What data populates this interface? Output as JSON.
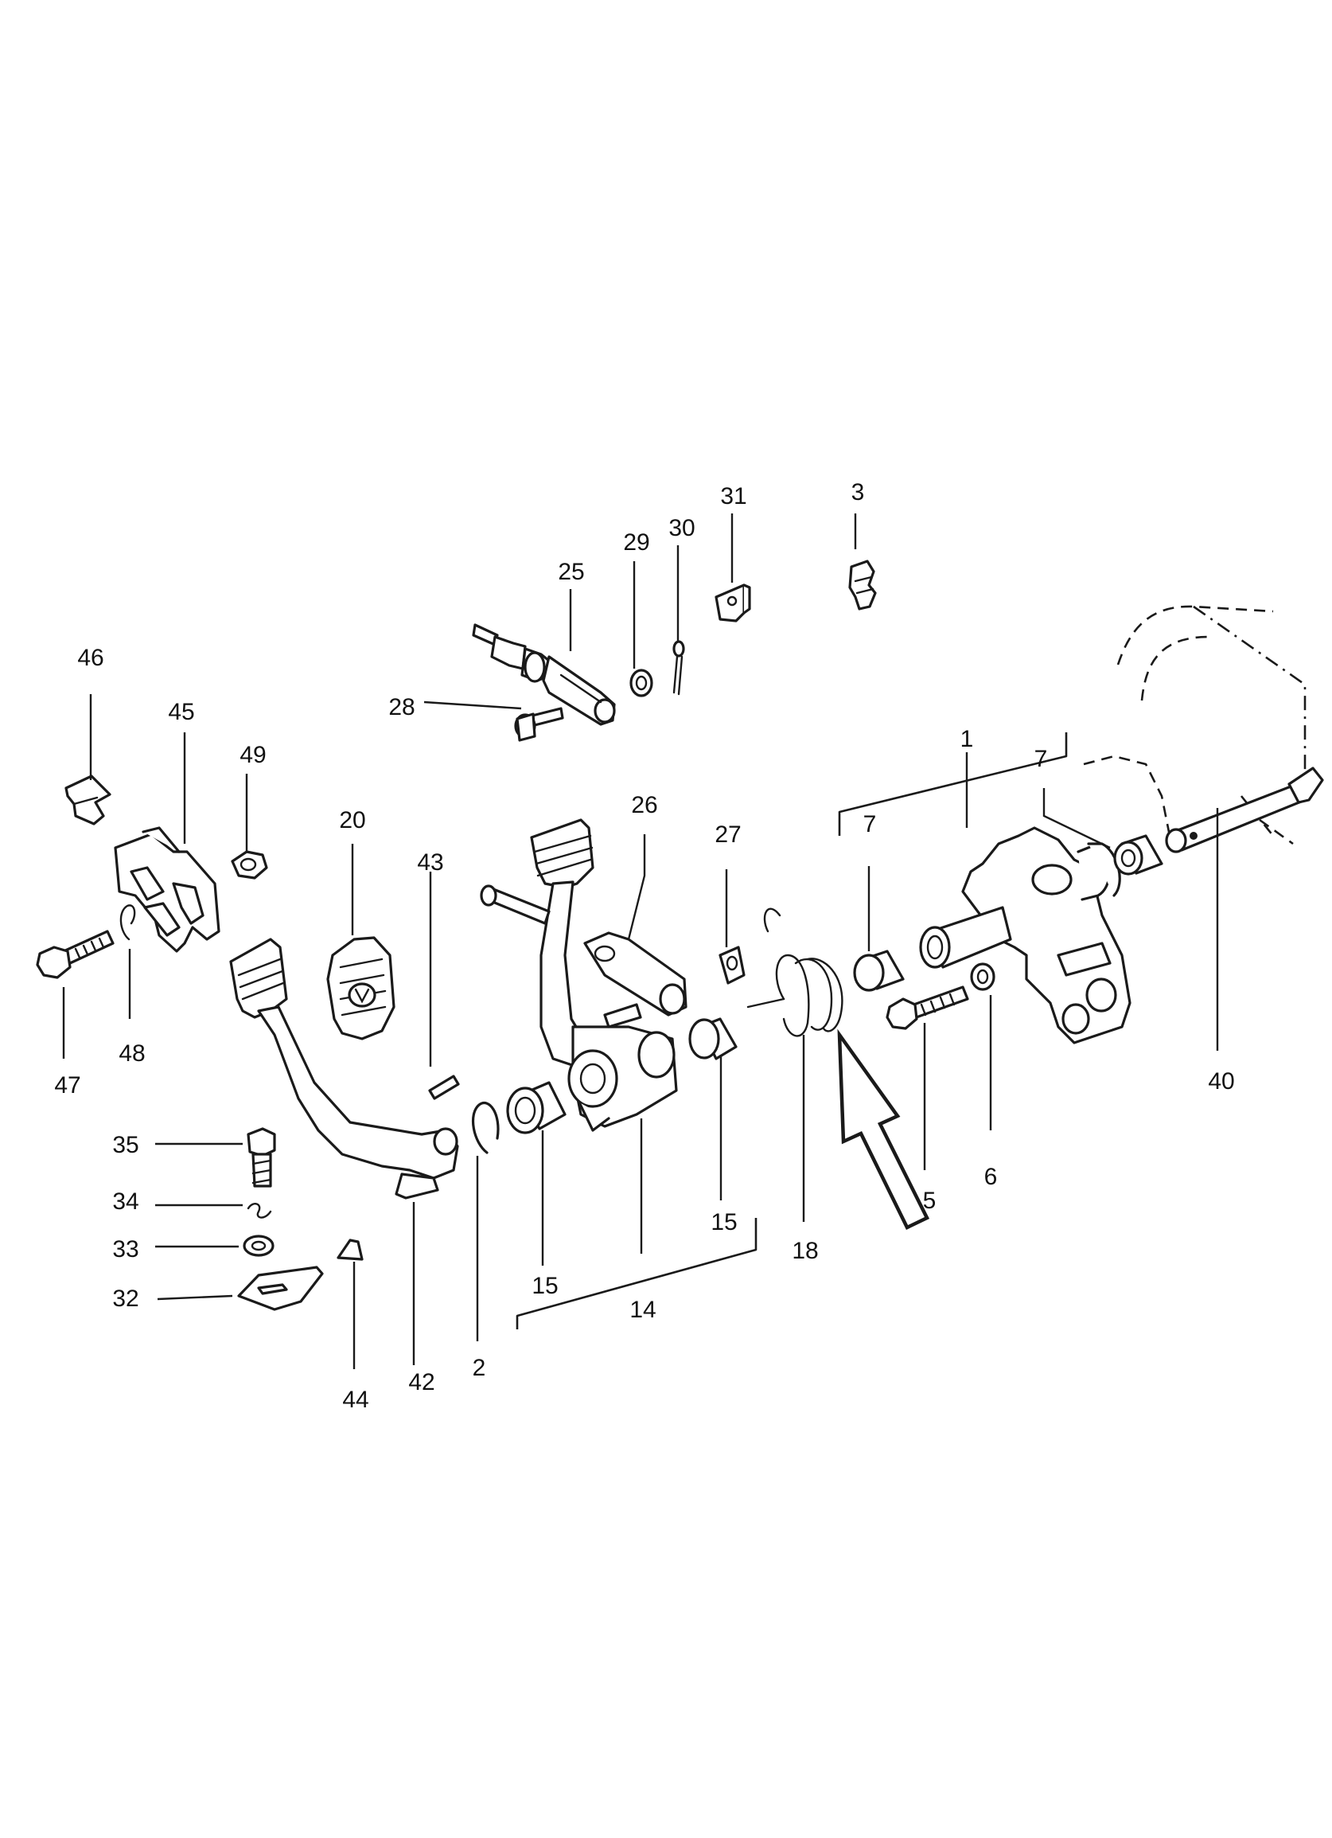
{
  "callouts": {
    "n1": "1",
    "n2": "2",
    "n3": "3",
    "n5": "5",
    "n6": "6",
    "n7a": "7",
    "n7b": "7",
    "n14": "14",
    "n15a": "15",
    "n15b": "15",
    "n18": "18",
    "n20": "20",
    "n25": "25",
    "n26": "26",
    "n27": "27",
    "n28": "28",
    "n29": "29",
    "n30": "30",
    "n31": "31",
    "n32": "32",
    "n33": "33",
    "n34": "34",
    "n35": "35",
    "n40": "40",
    "n42": "42",
    "n43": "43",
    "n44": "44",
    "n45": "45",
    "n46": "46",
    "n47": "47",
    "n48": "48",
    "n49": "49"
  },
  "icons": {
    "highlight": "outline-up-arrow-icon"
  }
}
